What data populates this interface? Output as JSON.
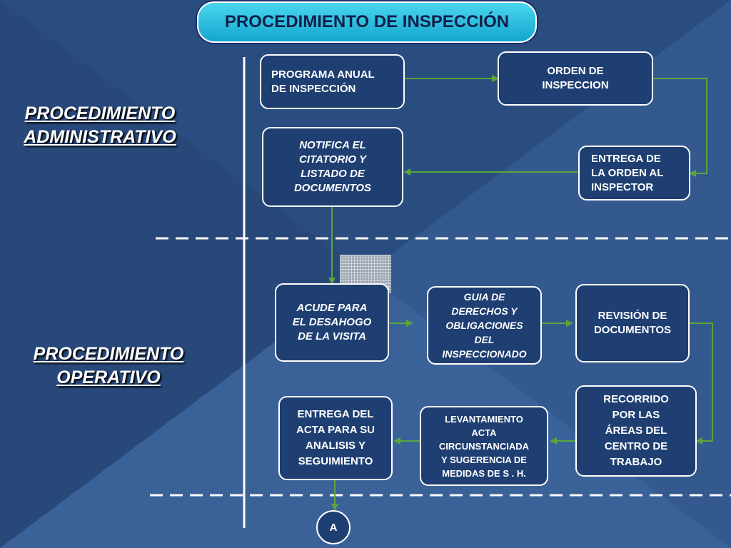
{
  "title": "PROCEDIMIENTO DE INSPECCIÓN",
  "sections": {
    "administrative": "PROCEDIMIENTO\nADMINISTRATIVO",
    "operative": "PROCEDIMIENTO\nOPERATIVO"
  },
  "nodes": {
    "programa_anual": "PROGRAMA ANUAL\nDE INSPECCIÓN",
    "orden_inspeccion": "ORDEN DE\nINSPECCION",
    "entrega_orden": "ENTREGA DE\nLA ORDEN AL\nINSPECTOR",
    "notifica_citatorio": "NOTIFICA EL\nCITATORIO Y\nLISTADO DE\nDOCUMENTOS",
    "acude_desahogo": "ACUDE PARA\nEL DESAHOGO\nDE LA VISITA",
    "guia_derechos": "GUIA DE\nDERECHOS Y\nOBLIGACIONES\nDEL\nINSPECCIONADO",
    "revision_documentos": "REVISIÓN DE\nDOCUMENTOS",
    "recorrido_areas": "RECORRIDO\nPOR LAS\nÁREAS DEL\nCENTRO DE\nTRABAJO",
    "levantamiento_acta": "LEVANTAMIENTO\nACTA\nCIRCUNSTANCIADA\nY SUGERENCIA DE\nMEDIDAS DE S . H.",
    "entrega_acta": "ENTREGA DEL\nACTA PARA SU\nANALISIS Y\nSEGUIMIENTO"
  },
  "connector": "A",
  "colors": {
    "background": "#2f5386",
    "box_fill": "#1f3f72",
    "arrow": "#5ba53a",
    "title_gradient_top": "#4ad6ee",
    "title_gradient_bottom": "#15a6cf"
  }
}
